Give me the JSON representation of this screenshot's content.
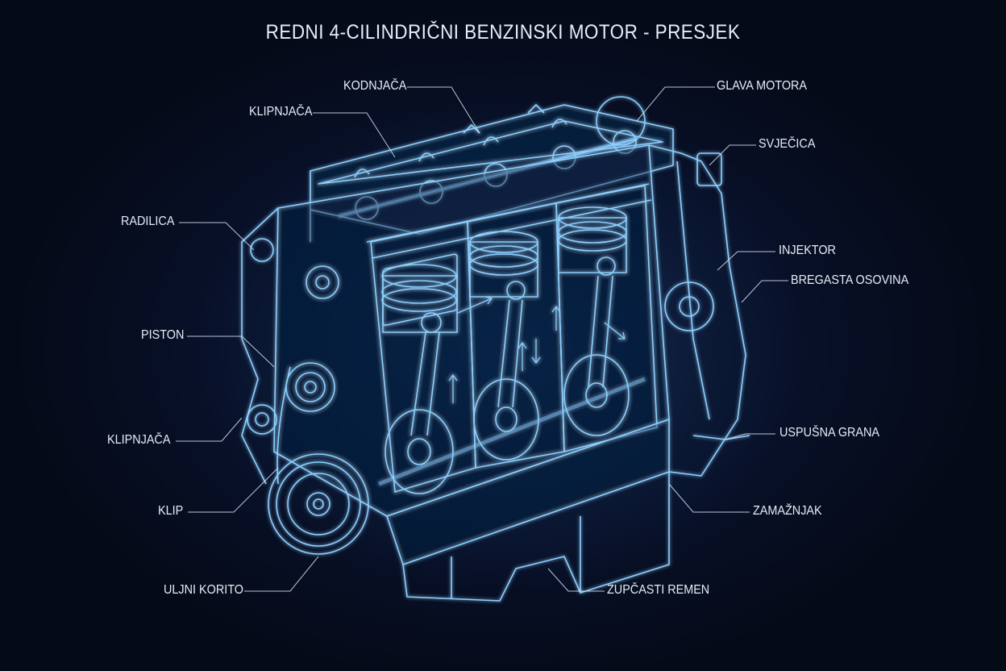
{
  "title": "REDNI 4-CILINDRIČNI BENZINSKI MOTOR - PRESJEK",
  "labels": {
    "kodnjaca": "KODNJAČA",
    "klipnjaca_top": "KLIPNJAČA",
    "radilica": "RADILICA",
    "piston": "PISTON",
    "klipnjaca_bottom": "KLIPNJAČA",
    "klip": "KLIP",
    "uljni_korito": "ULJNI KORITO",
    "glava_motora": "GLAVA MOTORA",
    "svjecica": "SVJEČICA",
    "injektor": "INJEKTOR",
    "bregasta_osovina": "BREGASTA OSOVINA",
    "usposna_grana": "USPUŠNA GRANA",
    "zamasnjak": "ZAMAŽNJAK",
    "zupcasti_remen": "ZUPČASTI REMEN"
  },
  "colors": {
    "background": "#070d1c",
    "line": "#8fd0ff",
    "glow": "#3a9be0",
    "text": "#e6ecf6"
  }
}
